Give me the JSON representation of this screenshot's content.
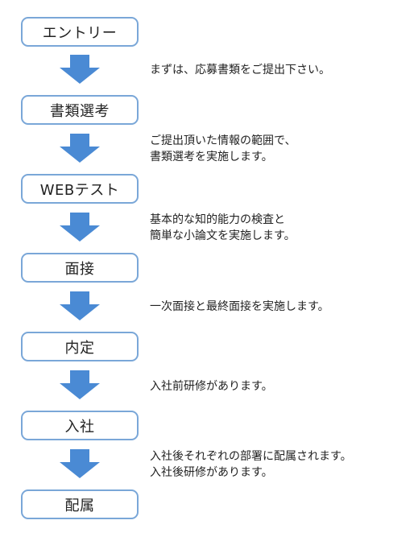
{
  "colors": {
    "box_border": "#7aa7d8",
    "arrow_fill": "#4a8ad4",
    "text": "#222222"
  },
  "steps": [
    {
      "label": "エントリー"
    },
    {
      "label": "書類選考"
    },
    {
      "label": "WEBテスト"
    },
    {
      "label": "面接"
    },
    {
      "label": "内定"
    },
    {
      "label": "入社"
    },
    {
      "label": "配属"
    }
  ],
  "descriptions": [
    {
      "lines": [
        "まずは、応募書類をご提出下さい。"
      ]
    },
    {
      "lines": [
        "ご提出頂いた情報の範囲で、",
        "書類選考を実施します。"
      ]
    },
    {
      "lines": [
        "基本的な知的能力の検査と",
        "簡単な小論文を実施します。"
      ]
    },
    {
      "lines": [
        "一次面接と最終面接を実施します。"
      ]
    },
    {
      "lines": [
        "入社前研修があります。"
      ]
    },
    {
      "lines": [
        "入社後それぞれの部署に配属されます。",
        "入社後研修があります。"
      ]
    }
  ]
}
